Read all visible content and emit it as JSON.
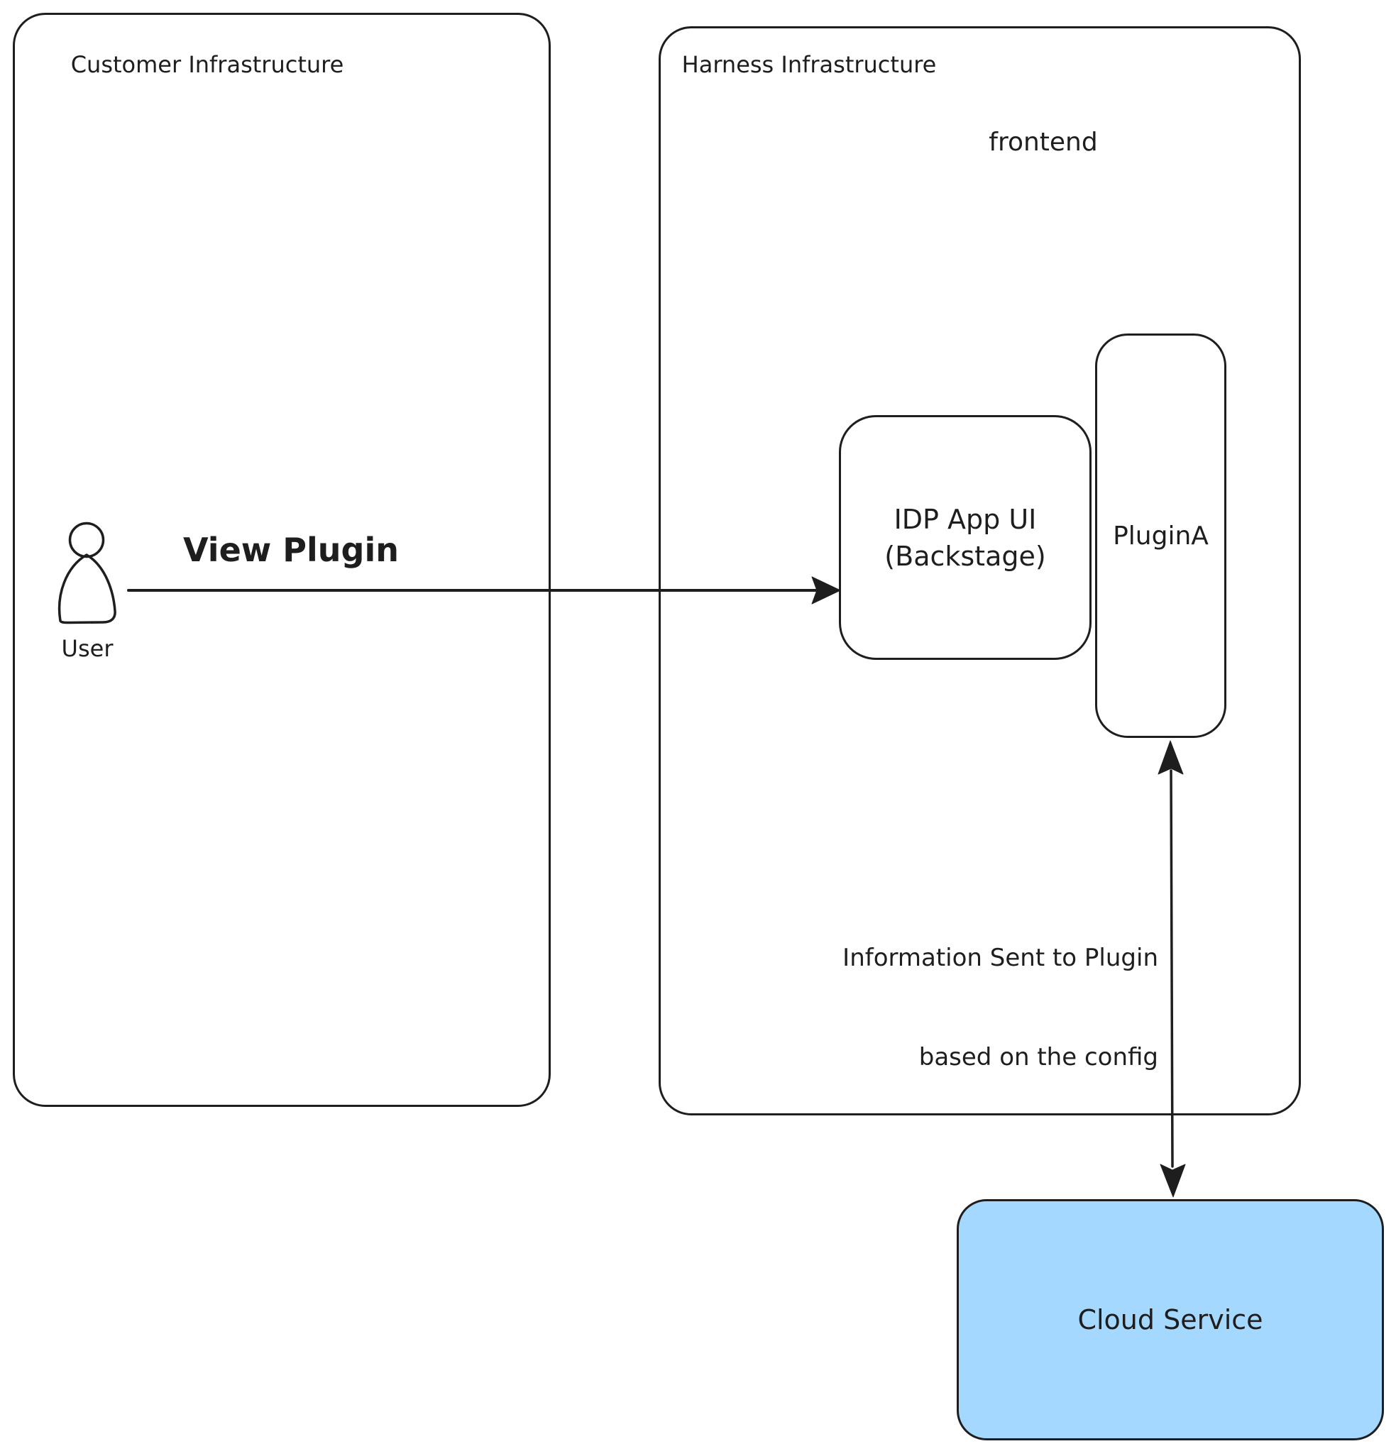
{
  "colors": {
    "stroke": "#1e1e1e",
    "cloud_fill": "#a5d8ff",
    "hatch": "#c9d6e0"
  },
  "boxes": {
    "customer": {
      "title": "Customer Infrastructure"
    },
    "harness": {
      "title": "Harness Infrastructure",
      "sublabel": "frontend"
    },
    "idp": {
      "line1": "IDP App UI",
      "line2": "(Backstage)"
    },
    "plugin": {
      "label": "PluginA"
    },
    "cloud": {
      "label": "Cloud Service"
    }
  },
  "user": {
    "label": "User"
  },
  "arrows": {
    "view_plugin": {
      "label": "View Plugin"
    },
    "info": {
      "line1": "Information Sent to Plugin",
      "line2": "based on the config"
    }
  }
}
